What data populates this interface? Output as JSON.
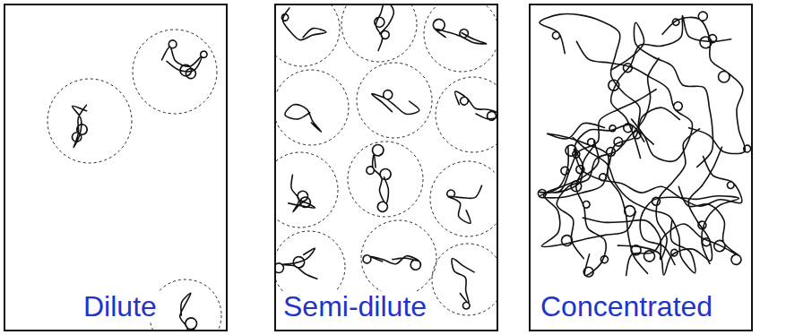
{
  "diagram": {
    "nodes": [
      {
        "text": [
          "Dilute"
        ]
      },
      {
        "text": [
          "Semi-dilute"
        ]
      },
      {
        "text": [
          "Concentrated"
        ]
      }
    ]
  }
}
